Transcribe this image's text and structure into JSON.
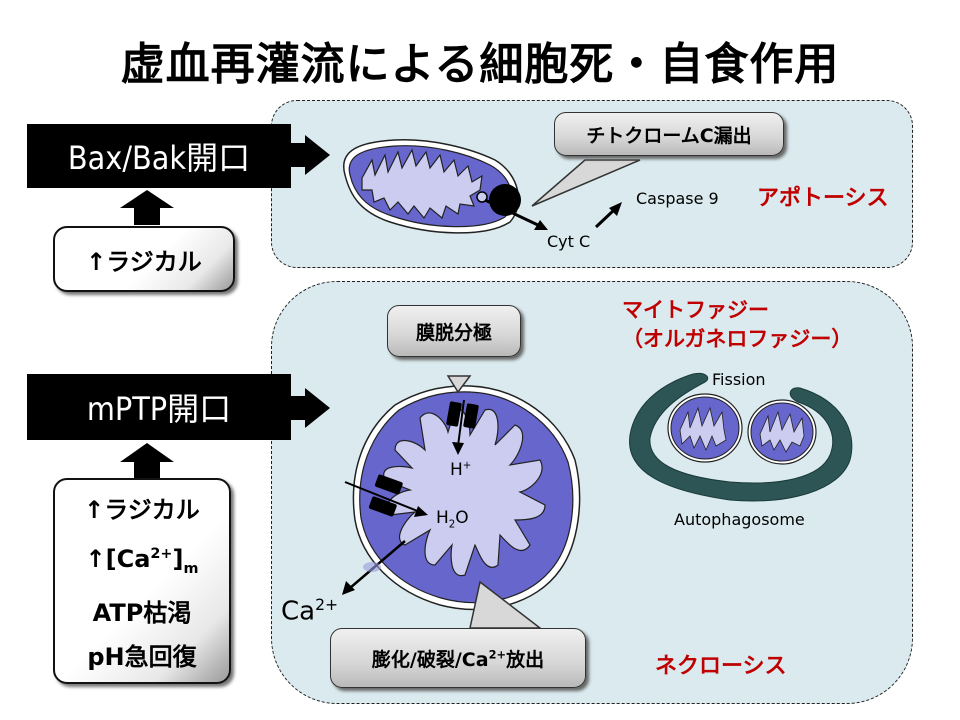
{
  "title": "虚血再灌流による細胞死・自食作用",
  "top_section": {
    "trigger_box": "Bax/Bak開口",
    "cause_box": "↑ラジカル",
    "callout": "チトクロームC漏出",
    "labels": {
      "cyt_c": "Cyt C",
      "caspase": "Caspase 9"
    },
    "outcome": "アポトーシス"
  },
  "bottom_section": {
    "trigger_box": "mPTP開口",
    "causes": {
      "radical": "↑ラジカル",
      "calcium_prefix": "↑[Ca",
      "calcium_sup": "2+",
      "calcium_close": "]",
      "calcium_sub": "m",
      "atp": "ATP枯渇",
      "ph": "pH急回復"
    },
    "callout_top": "膜脱分極",
    "callout_bottom": {
      "prefix": "膨化/破裂/Ca",
      "sup": "2+",
      "suffix": "放出"
    },
    "labels": {
      "h_plus": "H",
      "h_plus_sup": "+",
      "h2o_h": "H",
      "h2o_sub": "2",
      "h2o_o": "O",
      "ca": "Ca",
      "ca_sup": "2+",
      "fission": "Fission",
      "autophagosome": "Autophagosome"
    },
    "mitophagy_line1": "マイトファジー",
    "mitophagy_line2": "（オルガネロファジー）",
    "outcome": "ネクローシス"
  },
  "colors": {
    "panel_bg": "#daeaee",
    "mito_outer": "#6666cc",
    "mito_inner": "#ccccf0",
    "autophagosome": "#2d5555",
    "outcome_red": "#c00000"
  }
}
